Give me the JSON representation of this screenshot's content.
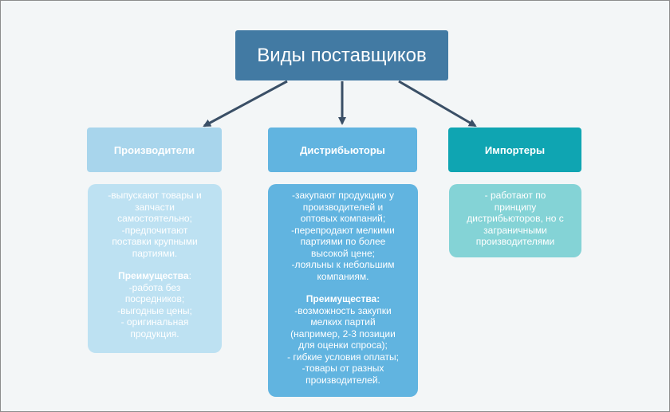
{
  "title": "Виды поставщиков",
  "columns": [
    {
      "header": "Производители",
      "lines1": [
        "-выпускают товары и",
        "запчасти",
        "самостоятельно;",
        "-предпочитают",
        "поставки крупными",
        "партиями."
      ],
      "adv_label": "Преимущества",
      "adv_colon": ":",
      "lines2": [
        "-работа без",
        "посредников;",
        "-выгодные цены;",
        "- оригинальная",
        "продукция."
      ]
    },
    {
      "header": "Дистрибьюторы",
      "lines1": [
        "-закупают продукцию у",
        "производителей и",
        "оптовых компаний;",
        "-перепродают мелкими",
        "партиями по более",
        "высокой цене;",
        "-лояльны к небольшим",
        "компаниям."
      ],
      "adv_label": "Преимущества:",
      "lines2": [
        "-возможность закупки",
        "мелких партий",
        "(например, 2-3 позиции",
        "для оценки спроса);",
        "- гибкие условия оплаты;",
        "-товары от разных",
        "производителей."
      ]
    },
    {
      "header": "Импортеры",
      "lines1": [
        "- работают по",
        "принципу",
        "дистрибьюторов, но с",
        "заграничными",
        "производителями"
      ]
    }
  ],
  "colors": {
    "title_bg": "#427aa3",
    "col1_header": "#a8d5ec",
    "col1_body": "#bde1f2",
    "col2_header": "#61b4e0",
    "col2_body": "#61b4e0",
    "col3_header": "#0fa5b2",
    "col3_body": "#84d3d6",
    "arrow": "#3a4f66"
  }
}
